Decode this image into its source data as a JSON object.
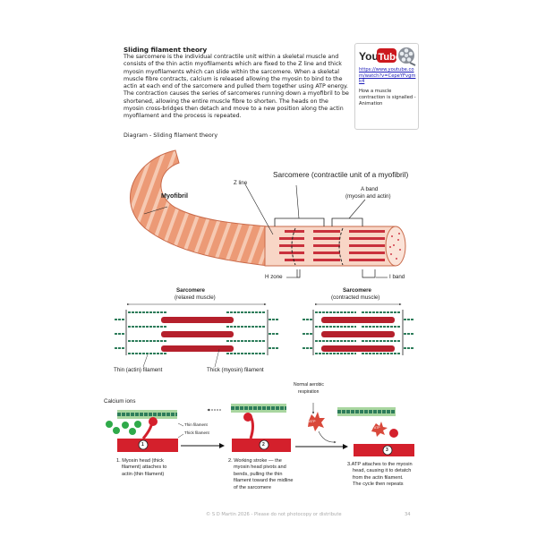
{
  "document": {
    "heading": "Sliding filament theory",
    "body": "The sarcomere is the individual contractile unit within a skeletal muscle and consists of the thin actin myofilaments which are fixed to the Z line and thick myosin myofilaments which can slide within the sarcomere. When a skeletal muscle fibre contracts, calcium is released allowing the myosin to bind to the actin at each end of the sarcomere and pulled them together using ATP energy. The contraction causes the series of sarcomeres running down a myofibril to be shortened, allowing the entire muscle fibre to shorten. The heads on the myosin cross-bridges then detach and move to a new position along the actin myofilament and the process is repeated.",
    "diagram_caption": "Diagram - Sliding filament theory"
  },
  "video_box": {
    "logo_you": "You",
    "logo_tube": "Tube",
    "link": "https://www.youtube.com/watch?v=CepeYFvgmk4",
    "description": "How a muscle contraction is signalled - Animation",
    "brand_color": "#cc181e"
  },
  "diagram": {
    "myofibril_label": "Myofibril",
    "z_line_label": "Z line",
    "sarcomere_label": "Sarcomere (contractile unit of a myofibril)",
    "a_band_label": "A band",
    "a_band_sub": "(myosin and actin)",
    "h_zone_label": "H zone",
    "i_band_label": "I band",
    "relaxed_title": "Sarcomere",
    "relaxed_sub": "(relaxed muscle)",
    "contracted_title": "Sarcomere",
    "contracted_sub": "(contracted muscle)",
    "thin_filament_label": "Thin (actin) filament",
    "thick_filament_label": "Thick (myosin) filament",
    "calcium_label": "Calcium ions",
    "ca_symbol": "Ca",
    "thin_small": "Thin filament",
    "thick_small": "Thick filament",
    "respiration_label_1": "Normal aerobic",
    "respiration_label_2": "respiration",
    "atp": "ATP",
    "steps": [
      {
        "num": "1",
        "lines": [
          "1. Myosin head (thick",
          "filament) attaches to",
          "actin (thin filament)"
        ]
      },
      {
        "num": "2",
        "lines": [
          "2. Working stroke — the",
          "myosin head pivots and",
          "bends, pulling the thin",
          "filament toward the midline",
          "of the sarcomere"
        ]
      },
      {
        "num": "3",
        "lines": [
          "3.ATP attaches to the myosin",
          "head, causing it to detatch",
          "from the actin filament.",
          "The cycle then repeats"
        ]
      }
    ]
  },
  "footer": {
    "copyright": "© S D Martin 2026 - Please do not photocopy or distribute",
    "page_number": "34"
  }
}
